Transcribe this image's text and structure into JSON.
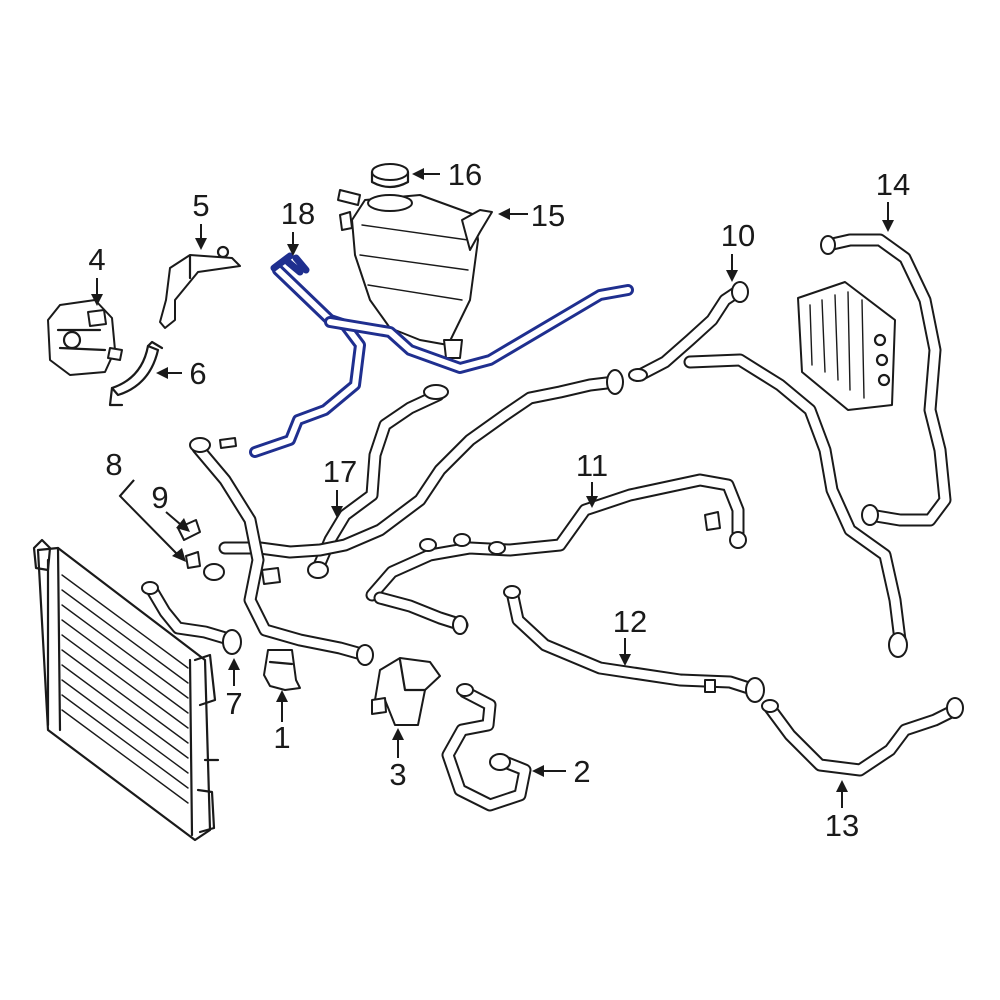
{
  "highlight_color": "#1f2f8f",
  "highlighted_part": "18",
  "callouts": [
    {
      "id": "c1",
      "label": "1"
    },
    {
      "id": "c2",
      "label": "2"
    },
    {
      "id": "c3",
      "label": "3"
    },
    {
      "id": "c4",
      "label": "4"
    },
    {
      "id": "c5",
      "label": "5"
    },
    {
      "id": "c6",
      "label": "6"
    },
    {
      "id": "c7",
      "label": "7"
    },
    {
      "id": "c8",
      "label": "8"
    },
    {
      "id": "c9",
      "label": "9"
    },
    {
      "id": "c10",
      "label": "10"
    },
    {
      "id": "c11",
      "label": "11"
    },
    {
      "id": "c12",
      "label": "12"
    },
    {
      "id": "c13",
      "label": "13"
    },
    {
      "id": "c14",
      "label": "14"
    },
    {
      "id": "c15",
      "label": "15"
    },
    {
      "id": "c16",
      "label": "16"
    },
    {
      "id": "c17",
      "label": "17"
    },
    {
      "id": "c18",
      "label": "18"
    }
  ]
}
